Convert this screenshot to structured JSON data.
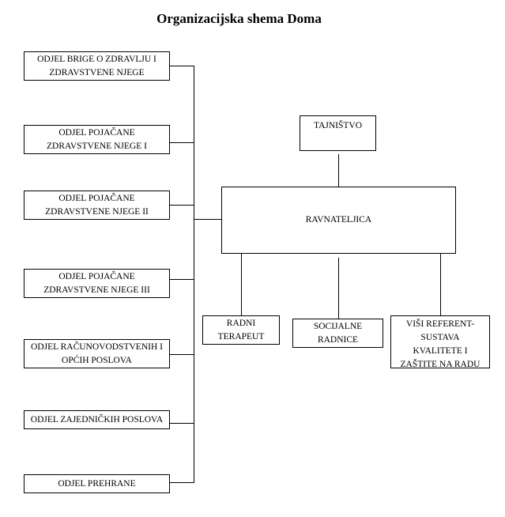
{
  "title": "Organizacijska shema Doma",
  "center": {
    "label": "RAVNATELJICA"
  },
  "top": {
    "label": "TAJNIŠTVO"
  },
  "left_departments": [
    {
      "label": "ODJEL BRIGE O ZDRAVLJU I ZDRAVSTVENE NJEGE"
    },
    {
      "label": "ODJEL POJAČANE ZDRAVSTVENE NJEGE I"
    },
    {
      "label": "ODJEL POJAČANE ZDRAVSTVENE NJEGE II"
    },
    {
      "label": "ODJEL POJAČANE ZDRAVSTVENE NJEGE III"
    },
    {
      "label": "ODJEL RAČUNOVODSTVENIH I OPĆIH POSLOVA"
    },
    {
      "label": "ODJEL ZAJEDNIČKIH POSLOVA"
    },
    {
      "label": "ODJEL PREHRANE"
    }
  ],
  "bottom_staff": [
    {
      "label": "RADNI TERAPEUT"
    },
    {
      "label": "SOCIJALNE RADNICE"
    },
    {
      "label": "VIŠI REFERENT-SUSTAVA KVALITETE I ZAŠTITE NA RADU"
    }
  ]
}
